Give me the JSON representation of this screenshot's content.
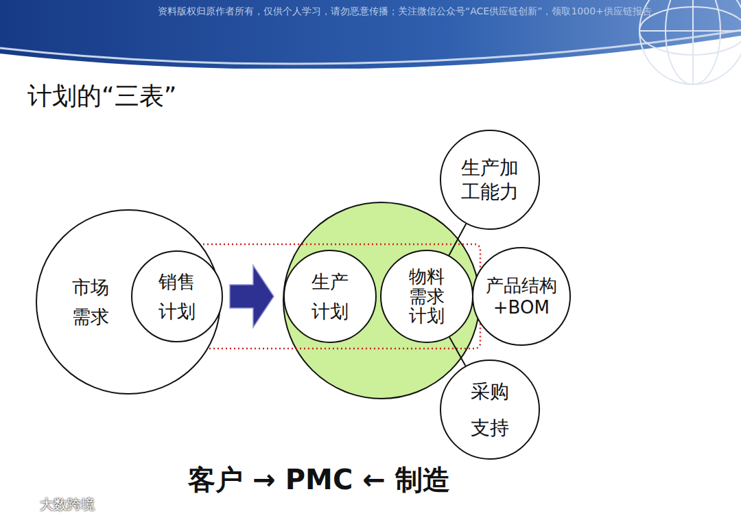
{
  "diagram": {
    "title": "计划的“三表”",
    "nodes": [
      {
        "text": [
          "市场需求"
        ]
      },
      {
        "text": [
          "销售计划"
        ],
        "in": 0
      },
      {
        "text": [
          "生产计划"
        ]
      },
      {
        "text": [
          "物料需求计划"
        ]
      },
      {
        "text": [
          "生产加工能力"
        ]
      },
      {
        "text": [
          "产品结构+BOM"
        ]
      },
      {
        "text": [
          "采购支持"
        ]
      }
    ],
    "edges": [
      {
        "from": 1,
        "to": 2,
        "arrow": "to"
      },
      {
        "from": 4,
        "to": 3,
        "arrow": "none"
      },
      {
        "from": 6,
        "to": 3,
        "arrow": "none"
      }
    ],
    "labels": [
      "资料版权归原作者所有，仅供个人学习，请勿恶意传播；关注微信公众号“ACE供应链创新”，领取1000+供应链报告",
      "客户 → PMC ← 制造",
      "大数跨境"
    ]
  }
}
